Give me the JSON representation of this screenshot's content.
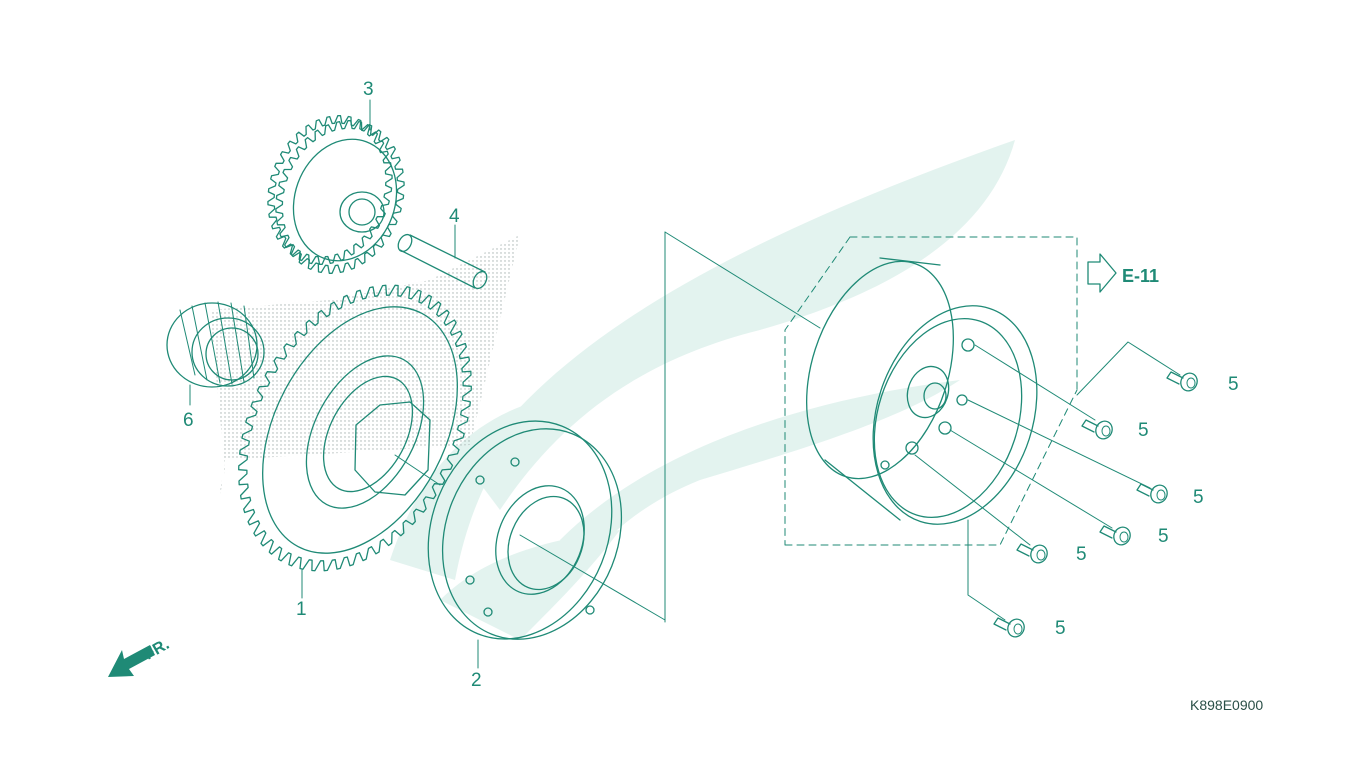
{
  "diagram": {
    "part_labels": [
      "1",
      "2",
      "3",
      "4",
      "5",
      "6"
    ],
    "callout_5_count": 6,
    "section_ref": "E-11",
    "front_marker": "FR.",
    "drawing_code": "K898E0900"
  },
  "colors": {
    "line": "#1f8a76",
    "watermark": "#d9efe9",
    "stipple": "#9aa8a5",
    "code_text": "#2a4f47"
  }
}
